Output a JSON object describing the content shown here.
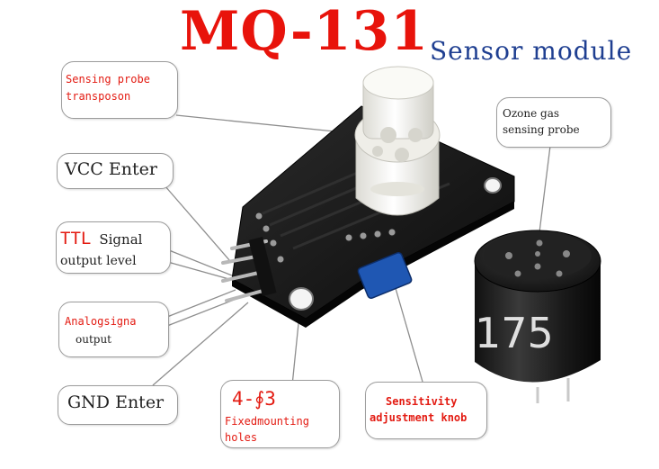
{
  "title": "MQ-131",
  "subtitle": "Sensor module",
  "colors": {
    "title": "#e8130b",
    "subtitle": "#1f3f91",
    "label_red": "#e31b12",
    "board": "#161616",
    "probe_cap": "#f2f1ec"
  },
  "callouts": {
    "probe": {
      "line1": "Sensing probe",
      "line2": "transposon"
    },
    "vcc": {
      "text": "VCC Enter"
    },
    "ttl": {
      "line1_a": "TTL",
      "line1_b": "Signal",
      "line2": "output level"
    },
    "analog": {
      "line1": "Analogsigna",
      "line2": "output"
    },
    "gnd": {
      "text": "GND Enter"
    },
    "mount": {
      "line1": "4-∮3",
      "line2": "Fixedmounting",
      "line3": "holes"
    },
    "sens": {
      "line1": "Sensitivity",
      "line2": "adjustment knob"
    },
    "ozone": {
      "line1": "Ozone gas",
      "line2": "sensing probe"
    }
  },
  "watermark": {
    "number": "175"
  }
}
